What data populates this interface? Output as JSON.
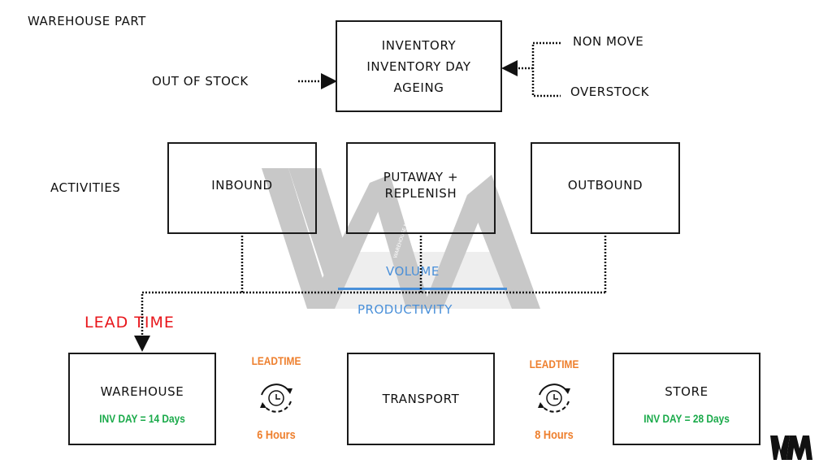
{
  "header": {
    "title": "WAREHOUSE PART"
  },
  "inventory": {
    "lines": [
      "INVENTORY",
      "INVENTORY DAY",
      "AGEING"
    ],
    "input_left": "OUT OF STOCK",
    "inputs_right": [
      "NON MOVE",
      "OVERSTOCK"
    ]
  },
  "activities": {
    "label": "ACTIVITIES",
    "boxes": [
      {
        "label": "INBOUND"
      },
      {
        "label_line1": "PUTAWAY +",
        "label_line2": "REPLENISH"
      },
      {
        "label": "OUTBOUND"
      }
    ],
    "ratio": {
      "numerator": "VOLUME",
      "denominator": "PRODUCTIVITY"
    }
  },
  "lead_time_label": "LEAD TIME",
  "chain": {
    "nodes": [
      {
        "label": "WAREHOUSE",
        "note": "INV DAY = 14 Days"
      },
      {
        "label": "TRANSPORT"
      },
      {
        "label": "STORE",
        "note": "INV DAY = 28 Days"
      }
    ],
    "links": [
      {
        "title": "LEADTIME",
        "value": "6 Hours",
        "icon": "cycle-clock-icon"
      },
      {
        "title": "LEADTIME",
        "value": "8 Hours",
        "icon": "cycle-clock-icon"
      }
    ]
  },
  "watermark": {
    "logo": "WM",
    "text": "WAREHOUSE MANAGEMENT"
  },
  "colors": {
    "red": "#e8161b",
    "blue": "#4a90d9",
    "green": "#1aaa4a",
    "orange": "#ee7f2d",
    "watermark": "#c8c8c8"
  }
}
